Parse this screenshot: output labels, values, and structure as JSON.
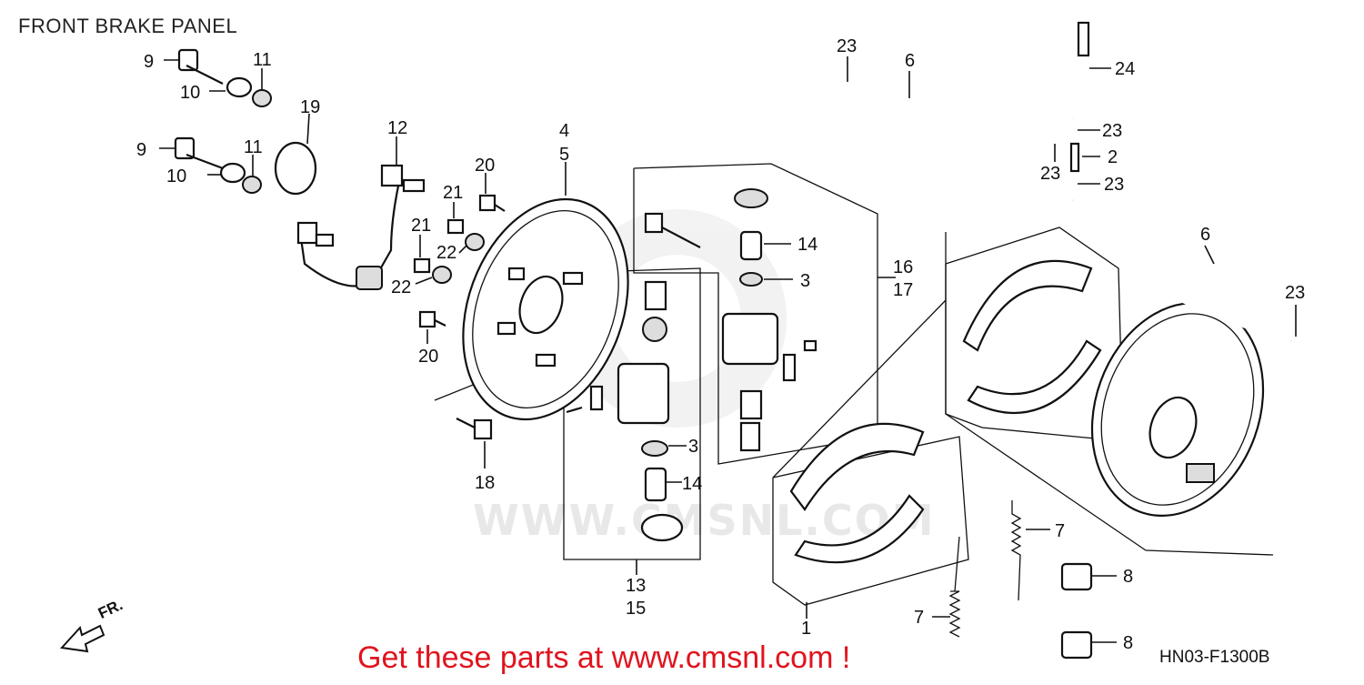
{
  "header": {
    "title": "FRONT BRAKE PANEL"
  },
  "watermark": "WWW.CMSNL.COM",
  "promo": "Get these parts at www.cmsnl.com !",
  "diagram_code": "HN03-F1300B",
  "direction_marker": {
    "label": "FR.",
    "icon": "arrow-left-down-icon"
  },
  "callouts": [
    {
      "id": "9",
      "label": "9"
    },
    {
      "id": "10",
      "label": "10"
    },
    {
      "id": "11",
      "label": "11"
    },
    {
      "id": "9b",
      "label": "9"
    },
    {
      "id": "10b",
      "label": "10"
    },
    {
      "id": "11b",
      "label": "11"
    },
    {
      "id": "19",
      "label": "19"
    },
    {
      "id": "12",
      "label": "12"
    },
    {
      "id": "20",
      "label": "20"
    },
    {
      "id": "21",
      "label": "21"
    },
    {
      "id": "22",
      "label": "22"
    },
    {
      "id": "21b",
      "label": "21"
    },
    {
      "id": "22b",
      "label": "22"
    },
    {
      "id": "20b",
      "label": "20"
    },
    {
      "id": "4",
      "label": "4"
    },
    {
      "id": "5",
      "label": "5"
    },
    {
      "id": "18",
      "label": "18"
    },
    {
      "id": "14",
      "label": "14"
    },
    {
      "id": "3",
      "label": "3"
    },
    {
      "id": "16",
      "label": "16"
    },
    {
      "id": "17",
      "label": "17"
    },
    {
      "id": "3b",
      "label": "3"
    },
    {
      "id": "14b",
      "label": "14"
    },
    {
      "id": "13",
      "label": "13"
    },
    {
      "id": "15",
      "label": "15"
    },
    {
      "id": "23a",
      "label": "23"
    },
    {
      "id": "6",
      "label": "6"
    },
    {
      "id": "24",
      "label": "24"
    },
    {
      "id": "23b",
      "label": "23"
    },
    {
      "id": "2",
      "label": "2"
    },
    {
      "id": "23c",
      "label": "23"
    },
    {
      "id": "23d",
      "label": "23"
    },
    {
      "id": "6b",
      "label": "6"
    },
    {
      "id": "23e",
      "label": "23"
    },
    {
      "id": "7",
      "label": "7"
    },
    {
      "id": "7b",
      "label": "7"
    },
    {
      "id": "8",
      "label": "8"
    },
    {
      "id": "8b",
      "label": "8"
    },
    {
      "id": "1",
      "label": "1"
    }
  ]
}
